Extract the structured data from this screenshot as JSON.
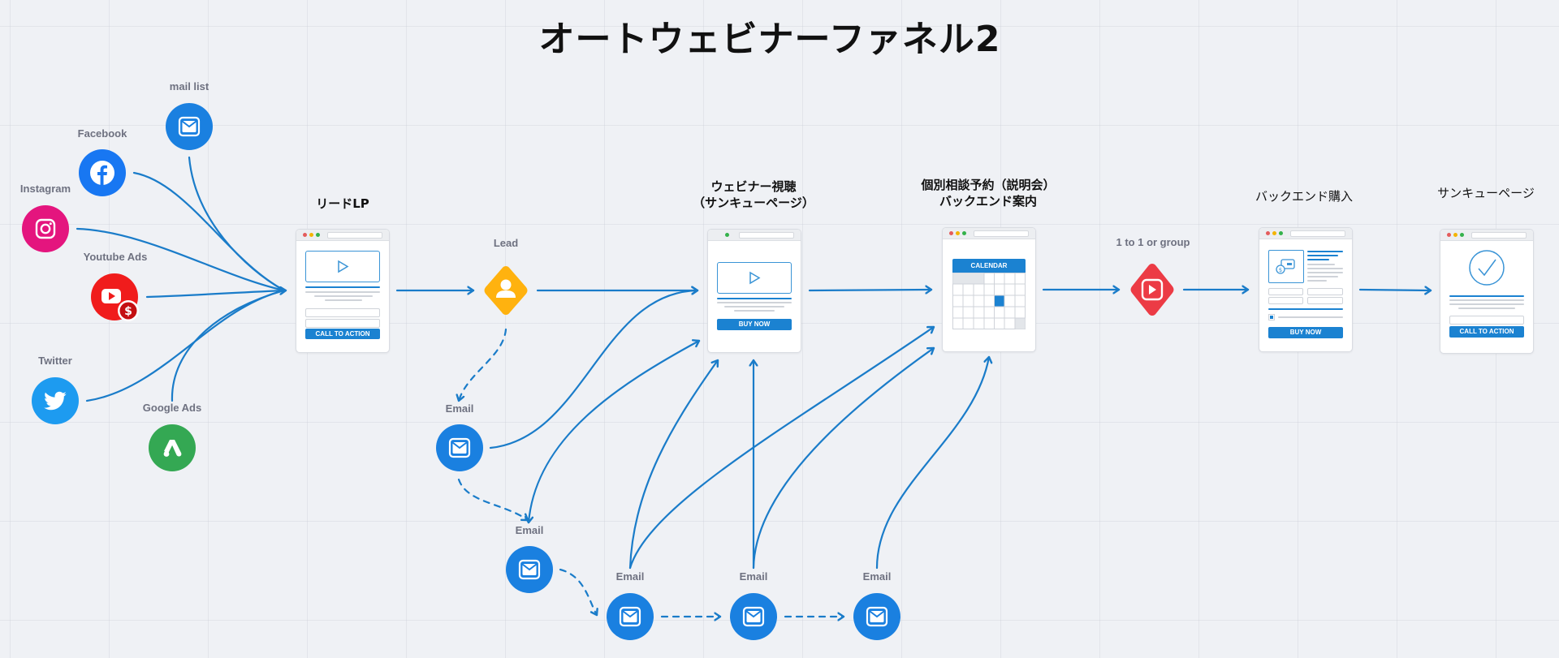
{
  "title": "オートウェビナーファネル2",
  "colors": {
    "connector": "#1a7cc9",
    "email": "#1a80e0",
    "facebook": "#1877f2",
    "instagram": "#e4157e",
    "youtube": "#f01c1c",
    "twitter": "#1d9bf0",
    "google_ads": "#34a853",
    "lead": "#ffb20f",
    "one_to_one": "#ec3b45"
  },
  "traffic_sources": [
    {
      "id": "mail-list",
      "label": "mail list",
      "icon": "mail-icon"
    },
    {
      "id": "facebook",
      "label": "Facebook",
      "icon": "facebook-icon"
    },
    {
      "id": "instagram",
      "label": "Instagram",
      "icon": "instagram-icon"
    },
    {
      "id": "youtube-ads",
      "label": "Youtube Ads",
      "icon": "youtube-ads-icon"
    },
    {
      "id": "twitter",
      "label": "Twitter",
      "icon": "twitter-icon"
    },
    {
      "id": "google-ads",
      "label": "Google Ads",
      "icon": "google-ads-icon"
    }
  ],
  "steps": {
    "lead_lp": {
      "label": "リードLP",
      "cta": "CALL TO ACTION"
    },
    "lead": {
      "label": "Lead",
      "icon": "user-icon"
    },
    "webinar": {
      "label_line1": "ウェビナー視聴",
      "label_line2": "（サンキューページ）",
      "cta": "BUY NOW"
    },
    "consult": {
      "label_line1": "個別相談予約（説明会）",
      "label_line2": "バックエンド案内",
      "calendar_title": "CALENDAR"
    },
    "one_to_one": {
      "label": "1 to 1 or group",
      "icon": "video-play-icon"
    },
    "backend": {
      "label": "バックエンド購入",
      "cta": "BUY NOW"
    },
    "thanks": {
      "label": "サンキューページ",
      "cta": "CALL TO ACTION"
    }
  },
  "emails": [
    {
      "label": "Email"
    },
    {
      "label": "Email"
    },
    {
      "label": "Email"
    },
    {
      "label": "Email"
    },
    {
      "label": "Email"
    }
  ]
}
